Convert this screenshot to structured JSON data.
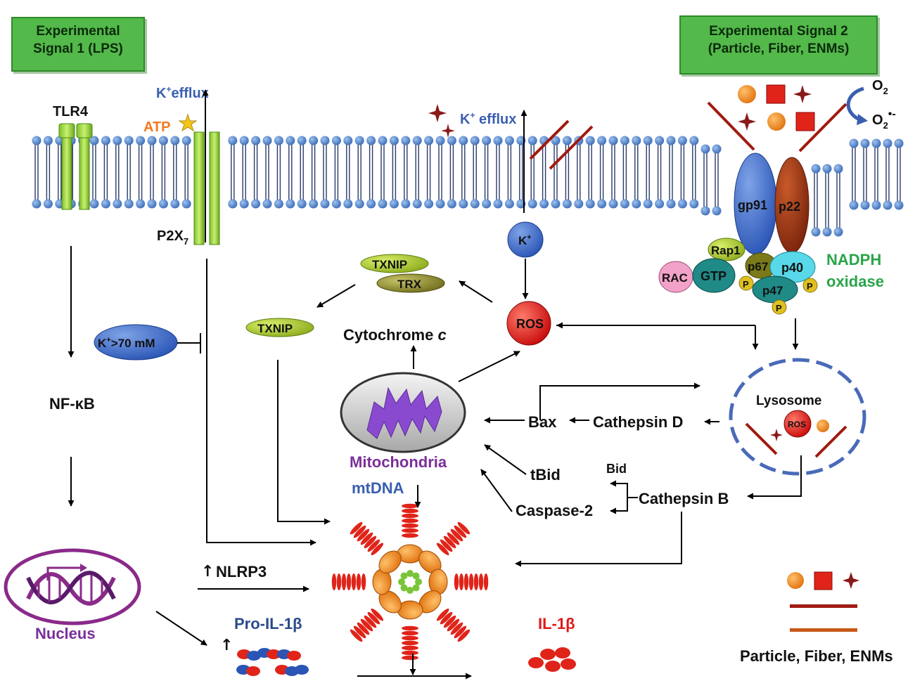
{
  "signal1": {
    "line1": "Experimental",
    "line2": "Signal 1 (LPS)"
  },
  "signal2": {
    "line1": "Experimental Signal 2",
    "line2": "(Particle, Fiber, ENMs)"
  },
  "membrane": {
    "tlr4": "TLR4",
    "atp": "ATP",
    "k_efflux_left": "K",
    "k_efflux_left_sup": "+",
    "k_efflux_left_tail": "efflux",
    "k_efflux_mid": "K",
    "k_efflux_mid_sup": "+",
    "k_efflux_mid_tail": " efflux",
    "p2x7": "P2X",
    "p2x7_sub": "7"
  },
  "nadph": {
    "o2_top": "O",
    "o2_top_sub": "2",
    "o2_bottom": "O",
    "o2_bottom_sub": "2",
    "o2_bottom_sup": "•-",
    "gp91": "gp91",
    "p22": "p22",
    "rap1": "Rap1",
    "p67": "p67",
    "p40": "p40",
    "rac": "RAC",
    "gtp": "GTP",
    "p47": "p47",
    "p_a": "P",
    "p_b": "P",
    "p_c": "P",
    "label1": "NADPH",
    "label2": "oxidase"
  },
  "nodes": {
    "k_ion": "K",
    "k_ion_sup": "+",
    "ros": "ROS",
    "txnip_top": "TXNIP",
    "trx": "TRX",
    "txnip_free": "TXNIP",
    "k_conc": "K",
    "k_conc_sup": "+",
    "k_conc_tail": ">70 mM",
    "cytochrome": "Cytochrome ",
    "cytochrome_c": "c",
    "mitochondria": "Mitochondria",
    "mtdna": "mtDNA",
    "bax": "Bax",
    "cathepsin_d": "Cathepsin D",
    "cathepsin_b": "Cathepsin B",
    "bid": "Bid",
    "tbid": "tBid",
    "caspase2": "Caspase-2",
    "lysosome": "Lysosome",
    "lyso_ros": "ROS",
    "nfkb": "NF-κB",
    "nucleus": "Nucleus",
    "nlrp3": "NLRP3",
    "pro_il1b": "Pro-IL-1β",
    "il1b": "IL-1β"
  },
  "legend": {
    "label": "Particle, Fiber, ENMs"
  },
  "colors": {
    "green_box": "#53b94a",
    "blue_label": "#3a5fb0",
    "ros_red": "#e01818",
    "purple": "#7a2f9a",
    "nadph_green": "#2aa44a"
  }
}
